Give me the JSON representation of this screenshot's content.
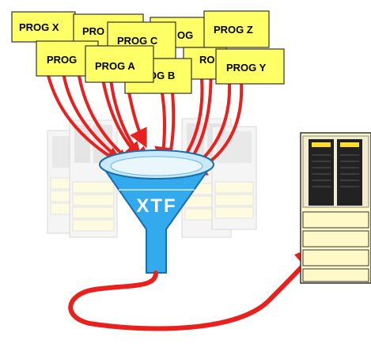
{
  "diagram": {
    "programs": [
      {
        "id": "prog-x",
        "label": "PROG X"
      },
      {
        "id": "prog-r",
        "label": "PRO"
      },
      {
        "id": "prog-c",
        "label": "PROG C"
      },
      {
        "id": "prog-og",
        "label": "OG"
      },
      {
        "id": "prog-z",
        "label": "PROG Z"
      },
      {
        "id": "prog-left",
        "label": "PROG"
      },
      {
        "id": "prog-a",
        "label": "PROG A"
      },
      {
        "id": "prog-b",
        "label": "OG B"
      },
      {
        "id": "prog-ro",
        "label": "RO"
      },
      {
        "id": "prog-y",
        "label": "PROG Y"
      }
    ],
    "funnel_label": "XTF",
    "colors": {
      "box_fill": "#ffff66",
      "box_stroke": "#333333",
      "arrow": "#e8211e",
      "funnel": "#33aaee",
      "funnel_light": "#c9e9f8",
      "server_panel": "#fff9c8",
      "server_dark": "#222222"
    }
  }
}
